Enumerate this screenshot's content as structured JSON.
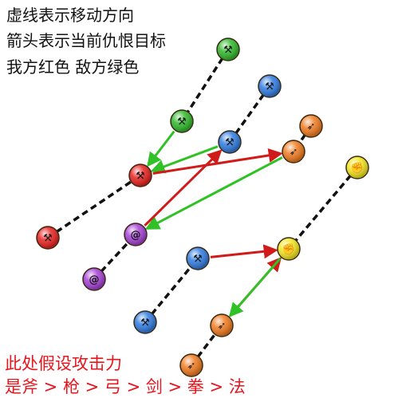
{
  "legend": {
    "line1": "虚线表示移动方向",
    "line2": "箭头表示当前仇恨目标",
    "line3": "我方红色 敌方绿色"
  },
  "note": {
    "line1": "此处假设攻击力",
    "line2": "是斧 > 枪 > 弓 > 剑 > 拳 > 法"
  },
  "colors": {
    "ally_arrow": "#d11a1a",
    "enemy_arrow": "#2fc125",
    "path": "#111111",
    "note_text": "#e8151d"
  },
  "units": [
    {
      "id": "g1",
      "side": "enemy",
      "role": "axe",
      "color": "#2fb82a",
      "icon": "axe-icon"
    },
    {
      "id": "g2",
      "side": "enemy",
      "role": "axe",
      "color": "#2fb82a",
      "icon": "axe-icon"
    },
    {
      "id": "b1",
      "side": "enemy",
      "role": "axe",
      "color": "#2f7be0",
      "icon": "axe-icon"
    },
    {
      "id": "b2",
      "side": "enemy",
      "role": "axe",
      "color": "#2f7be0",
      "icon": "axe-icon"
    },
    {
      "id": "o1",
      "side": "ally",
      "role": "bow",
      "color": "#f07a1e",
      "icon": "bow-icon"
    },
    {
      "id": "o2",
      "side": "ally",
      "role": "bow",
      "color": "#f07a1e",
      "icon": "bow-icon"
    },
    {
      "id": "y1",
      "side": "ally",
      "role": "fist",
      "color": "#f2e51e",
      "icon": "fist-icon"
    },
    {
      "id": "y2",
      "side": "ally",
      "role": "fist",
      "color": "#f2e51e",
      "icon": "fist-icon"
    },
    {
      "id": "r1",
      "side": "ally",
      "role": "axe",
      "color": "#e8211f",
      "icon": "axe-icon"
    },
    {
      "id": "r2",
      "side": "ally",
      "role": "axe",
      "color": "#e8211f",
      "icon": "axe-icon"
    },
    {
      "id": "p1",
      "side": "enemy",
      "role": "magic",
      "color": "#a640d6",
      "icon": "swirl-icon"
    },
    {
      "id": "p2",
      "side": "enemy",
      "role": "magic",
      "color": "#a640d6",
      "icon": "swirl-icon"
    },
    {
      "id": "b3",
      "side": "enemy",
      "role": "axe",
      "color": "#2f7be0",
      "icon": "axe-icon"
    },
    {
      "id": "b4",
      "side": "enemy",
      "role": "axe",
      "color": "#2f7be0",
      "icon": "axe-icon"
    },
    {
      "id": "o3",
      "side": "ally",
      "role": "bow",
      "color": "#f07a1e",
      "icon": "bow-icon"
    },
    {
      "id": "o4",
      "side": "ally",
      "role": "bow",
      "color": "#f07a1e",
      "icon": "bow-icon"
    }
  ],
  "paths": [
    {
      "from": "g1",
      "to": "g2"
    },
    {
      "from": "b1",
      "to": "b2"
    },
    {
      "from": "o1",
      "to": "o2"
    },
    {
      "from": "y1",
      "to": "y2"
    },
    {
      "from": "r1",
      "to": "r2"
    },
    {
      "from": "p1",
      "to": "p2"
    },
    {
      "from": "b3",
      "to": "b4"
    },
    {
      "from": "o3",
      "to": "o4"
    }
  ],
  "arrows": [
    {
      "from": "g2",
      "to": "r2",
      "side": "enemy"
    },
    {
      "from": "b2",
      "to": "r2",
      "side": "enemy"
    },
    {
      "from": "o2",
      "to": "p2",
      "side": "enemy"
    },
    {
      "from": "r2",
      "to": "o2",
      "side": "ally"
    },
    {
      "from": "p2",
      "to": "b2",
      "side": "ally"
    },
    {
      "from": "b4",
      "to": "y2",
      "side": "ally"
    },
    {
      "from": "o4",
      "to": "y2",
      "side": "ally"
    },
    {
      "from": "y2",
      "to": "o4",
      "side": "enemy"
    }
  ]
}
